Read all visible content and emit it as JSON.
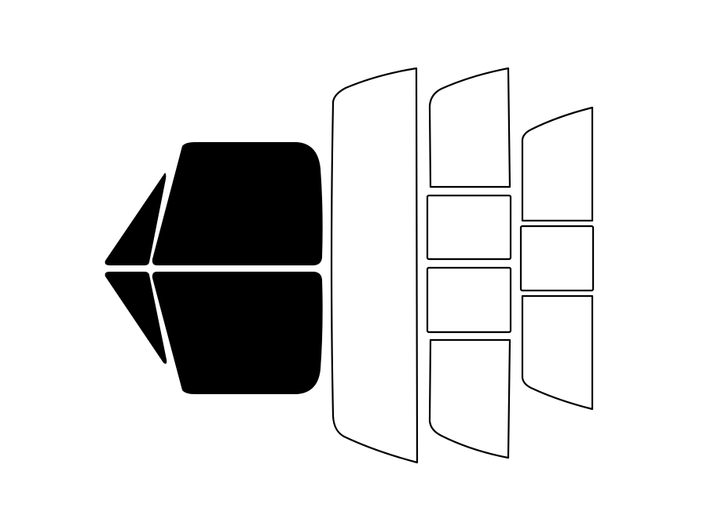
{
  "diagram": {
    "colors": {
      "tinted": "#000000",
      "clear": "#ffffff",
      "outline": "#000000"
    },
    "tinted_windows": [
      "front-left-vent-window",
      "front-left-door-window",
      "front-right-vent-window",
      "front-right-door-window"
    ],
    "clear_windows": [
      "windshield",
      "rear-left-window",
      "rear-left-upper-panel",
      "rear-left-lower-panel",
      "rear-left-bottom-window",
      "rear-right-window",
      "rear-right-middle-panel",
      "rear-right-bottom-window"
    ]
  }
}
